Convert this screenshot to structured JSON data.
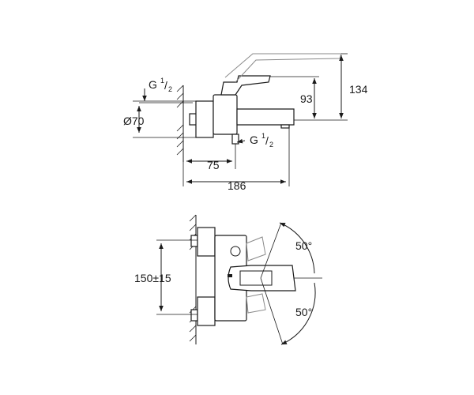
{
  "side_view": {
    "dim_height_total": "134",
    "dim_height_spout": "93",
    "dim_wall_diameter": "Ø70",
    "dim_outlet_offset": "75",
    "dim_total_depth": "186",
    "thread_inlet": {
      "main": "G",
      "num": "1",
      "den": "2"
    },
    "thread_outlet": {
      "main": "G",
      "num": "1",
      "den": "2"
    }
  },
  "front_view": {
    "dim_center_distance": "150±15",
    "angle_upper": "50°",
    "angle_lower": "50°"
  },
  "colors": {
    "line": "#1a1a1a",
    "ghost": "#8a8a8a",
    "background": "#ffffff"
  }
}
